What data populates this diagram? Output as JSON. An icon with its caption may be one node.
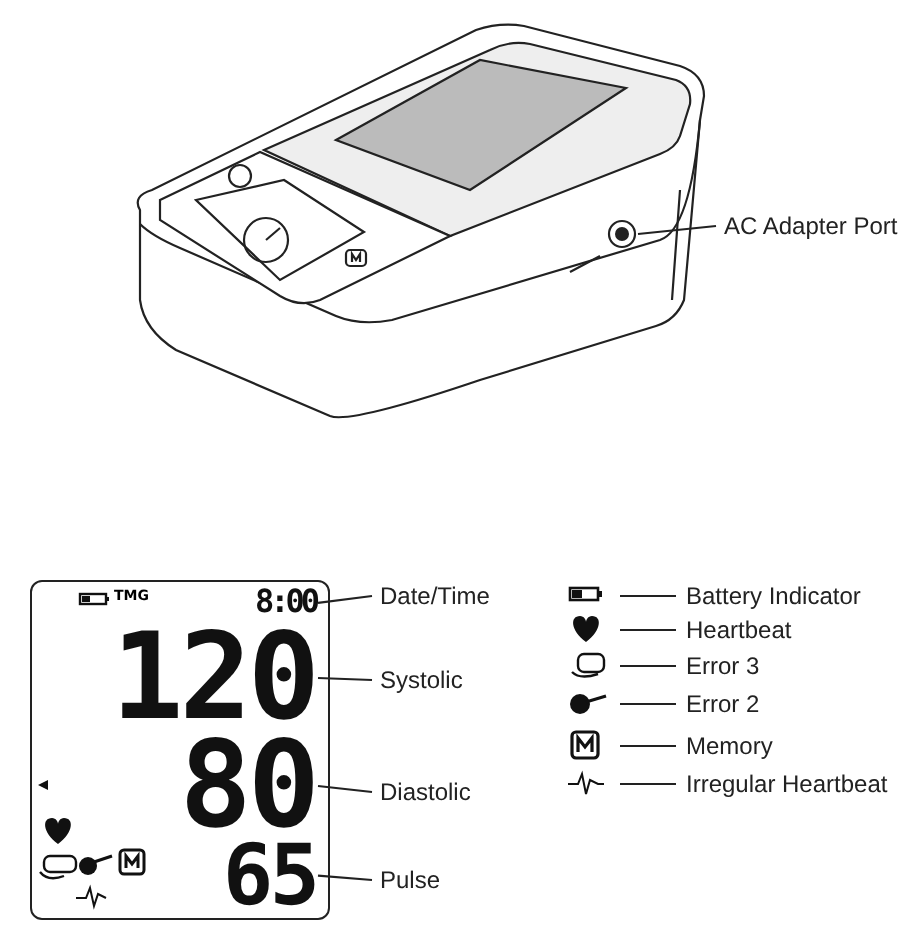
{
  "diagram": {
    "nodes": [
      {
        "text": [
          "AC Adapter Port"
        ]
      },
      {
        "text": [],
        "shape": "circle"
      },
      {
        "text": [],
        "shape": "box"
      },
      {
        "text": [
          "8:00"
        ],
        "in": 2
      },
      {
        "text": [
          "120"
        ],
        "in": 2
      },
      {
        "text": [
          "80"
        ],
        "in": 2
      },
      {
        "text": [
          "65"
        ],
        "in": 2
      },
      {
        "text": [
          "Date/Time"
        ]
      },
      {
        "text": [
          "Systolic"
        ]
      },
      {
        "text": [
          "Diastolic"
        ]
      },
      {
        "text": [
          "Pulse"
        ]
      }
    ],
    "edges": [
      {
        "from": 0,
        "to": 1,
        "arrow": "none"
      },
      {
        "from": 7,
        "to": 3,
        "arrow": "none"
      },
      {
        "from": 8,
        "to": 4,
        "arrow": "none"
      },
      {
        "from": 9,
        "to": 5,
        "arrow": "none"
      },
      {
        "from": 10,
        "to": 6,
        "arrow": "none"
      }
    ],
    "labels": [
      "TMG"
    ],
    "legend": [
      {
        "text": "Battery Indicator"
      },
      {
        "text": "Heartbeat"
      },
      {
        "text": "Error 3"
      },
      {
        "text": "Error 2"
      },
      {
        "text": "Memory"
      },
      {
        "text": "Irregular Heartbeat"
      }
    ]
  }
}
